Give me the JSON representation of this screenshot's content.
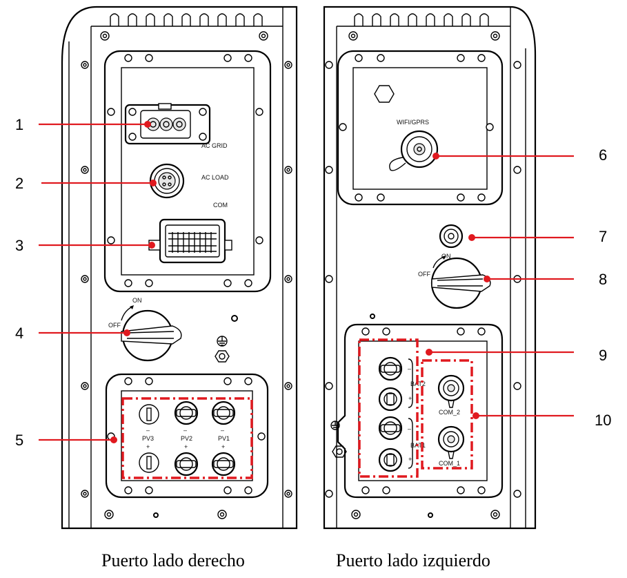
{
  "left_panel": {
    "caption": "Puerto lado derecho",
    "labels": {
      "ac_grid": "AC GRID",
      "ac_load": "AC LOAD",
      "com": "COM",
      "on": "ON",
      "off": "OFF",
      "pv3": "PV3",
      "pv2": "PV2",
      "pv1": "PV1",
      "minus": "–",
      "plus": "+"
    },
    "callouts": [
      "1",
      "2",
      "3",
      "4",
      "5"
    ]
  },
  "right_panel": {
    "caption": "Puerto lado izquierdo",
    "labels": {
      "wifi_gprs": "WIFI/GPRS",
      "on": "ON",
      "off": "OFF",
      "bat2": "BAT2",
      "bat1": "BAT1",
      "com_2": "COM_2",
      "com_1": "COM_1",
      "minus": "–",
      "plus": "+"
    },
    "callouts": [
      "6",
      "7",
      "8",
      "9",
      "10"
    ]
  },
  "colors": {
    "callout": "#e0191f",
    "outline": "#000000"
  }
}
